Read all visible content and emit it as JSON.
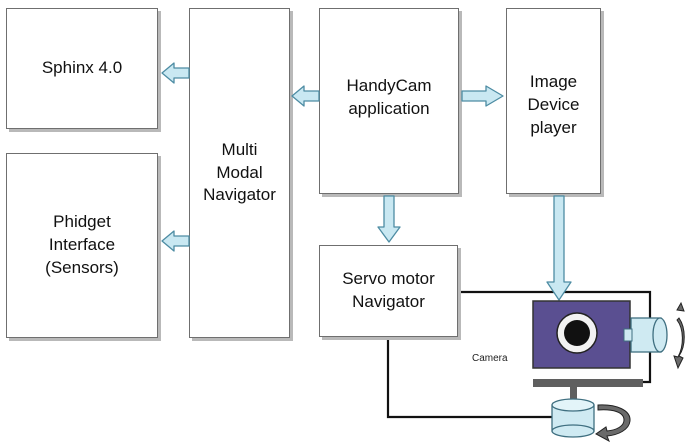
{
  "diagram": {
    "boxes": {
      "sphinx": "Sphinx 4.0",
      "phidget": "Phidget\nInterface\n(Sensors)",
      "navigator": "Multi\nModal\nNavigator",
      "handycam": "HandyCam\napplication",
      "image_player": "Image\nDevice\nplayer",
      "servo": "Servo motor\nNavigator"
    },
    "camera_label": "Camera"
  },
  "colors": {
    "arrow_fill": "#c9e8f2",
    "arrow_stroke": "#4d8ca3",
    "camera_body": "#5a4f91",
    "motor_fill": "#cfeaf2",
    "wire": "#111111",
    "platform": "#5f5f5f"
  }
}
